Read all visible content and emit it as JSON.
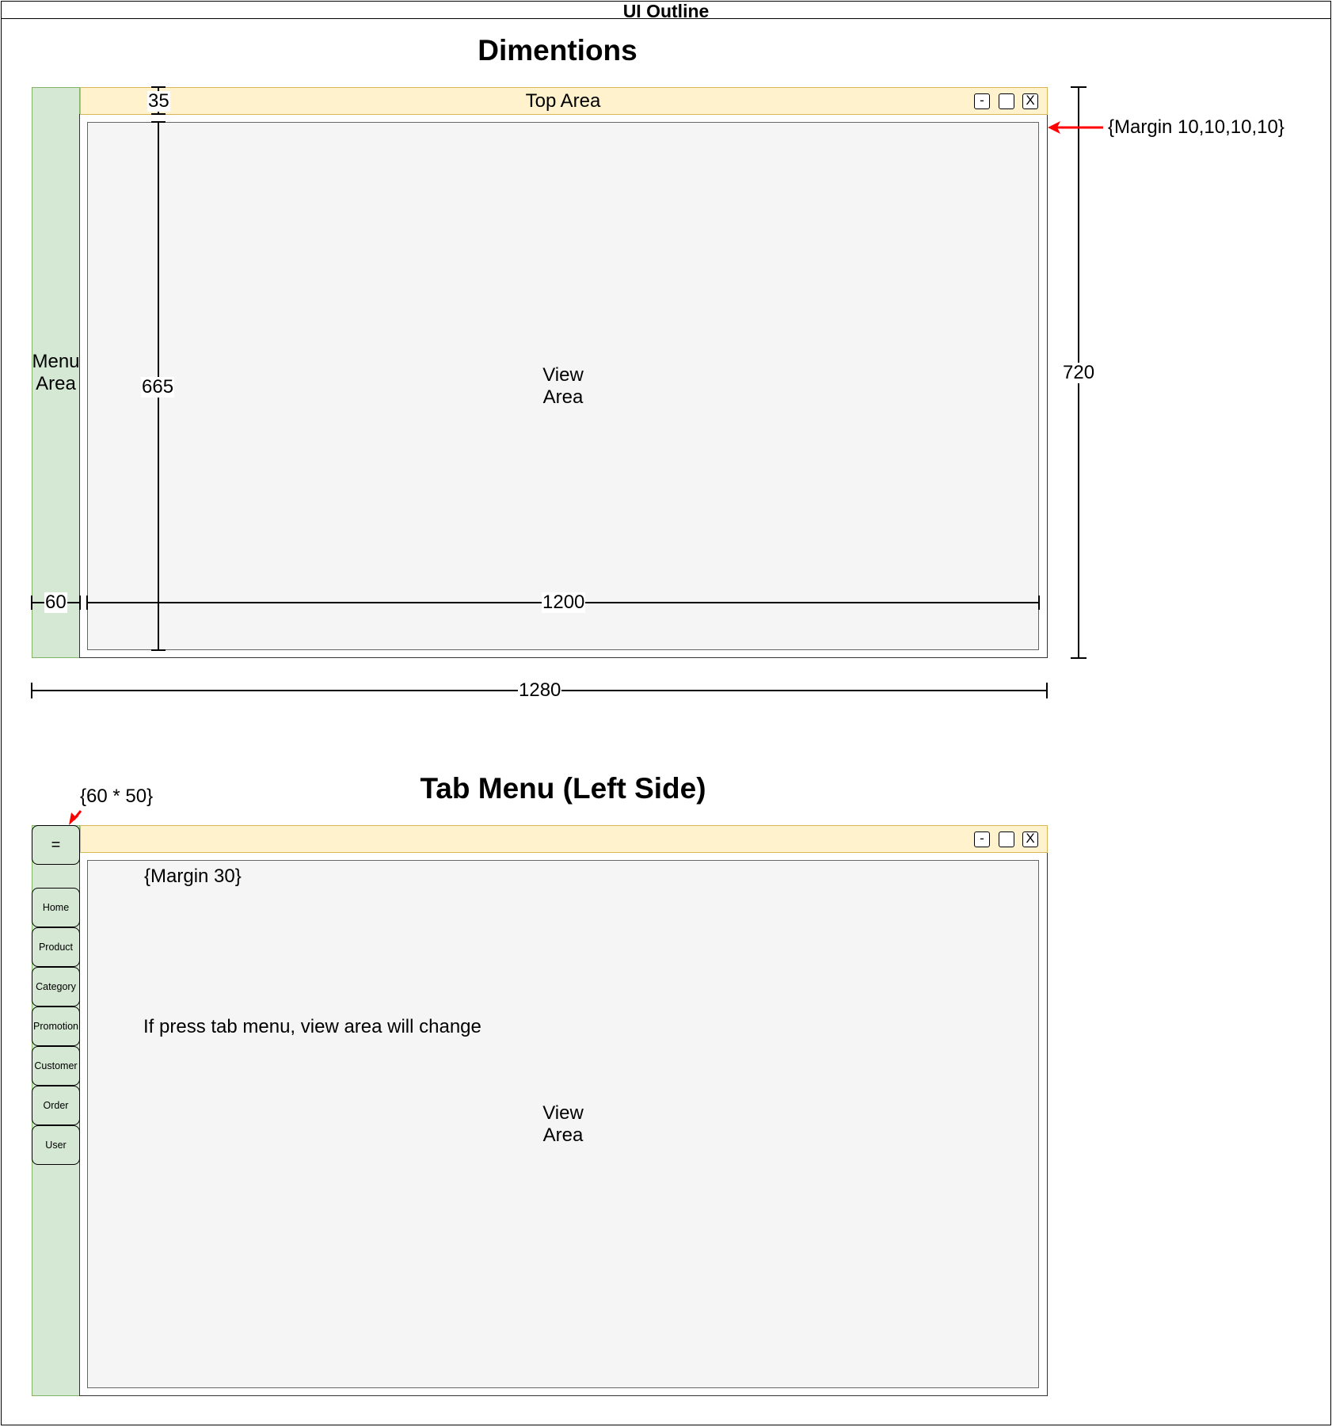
{
  "page_title": "UI Outline",
  "section1": {
    "heading": "Dimentions",
    "top_area_label": "Top Area",
    "menu_area_label": "Menu\nArea",
    "view_area_label": "View\nArea",
    "window_buttons": [
      "-",
      "",
      "X"
    ],
    "margin_note": "{Margin 10,10,10,10}",
    "dimensions": {
      "top_height": "35",
      "view_height": "665",
      "total_height": "720",
      "menu_width": "60",
      "view_width": "1200",
      "total_width": "1280"
    }
  },
  "section2": {
    "heading": "Tab Menu (Left Side)",
    "menu_button_label": "=",
    "menu_button_size_note": "{60 * 50}",
    "margin_note": "{Margin 30}",
    "tab_note": "If press tab menu, view area will change",
    "view_area_label": "View\nArea",
    "window_buttons": [
      "-",
      "",
      "X"
    ],
    "tabs": [
      "Home",
      "Product",
      "Category",
      "Promotion",
      "Customer",
      "Order",
      "User"
    ]
  },
  "colors": {
    "menu_fill": "#d5e8d4",
    "top_fill": "#fff2cc",
    "view_fill": "#f5f5f5",
    "annotation_arrow": "#ff0000"
  }
}
